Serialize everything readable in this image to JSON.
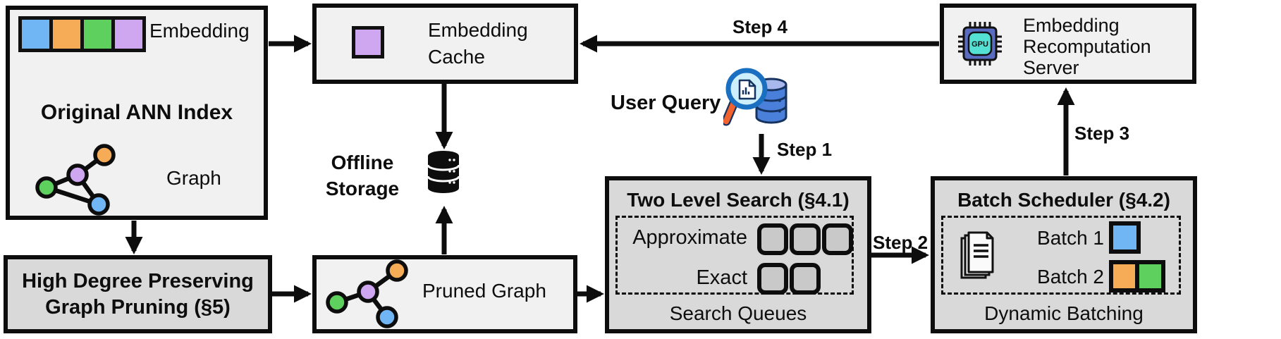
{
  "ann_index": {
    "title": "Original ANN Index",
    "embedding_label": "Embedding",
    "graph_label": "Graph"
  },
  "embedding_cache": {
    "label": "Embedding Cache"
  },
  "offline_storage": {
    "label": "Offline Storage"
  },
  "user_query": {
    "label": "User Query"
  },
  "high_degree_pruning": {
    "label": "High Degree Preserving Graph Pruning (§5)"
  },
  "pruned_graph": {
    "label": "Pruned Graph"
  },
  "two_level_search": {
    "title": "Two Level Search (§4.1)",
    "approximate_label": "Approximate",
    "exact_label": "Exact",
    "footer": "Search Queues"
  },
  "batch_scheduler": {
    "title": "Batch Scheduler (§4.2)",
    "batch1_label": "Batch 1",
    "batch2_label": "Batch 2",
    "footer": "Dynamic Batching"
  },
  "recompute_server": {
    "label": "Embedding Recomputation Server",
    "gpu_text": "GPU"
  },
  "steps": {
    "step1": "Step 1",
    "step2": "Step 2",
    "step3": "Step 3",
    "step4": "Step 4"
  },
  "colors": {
    "blue": "#70b5f4",
    "orange": "#f6ab57",
    "green": "#5ed05e",
    "purple": "#cfa7f0",
    "box_light": "#f1f1f1",
    "box_dark": "#d9d9d9",
    "queue_fill": "#c9c9c9",
    "gpu_body": "#5a6cc0",
    "gpu_core": "#55e0d4",
    "line": "#0d0d0d"
  }
}
